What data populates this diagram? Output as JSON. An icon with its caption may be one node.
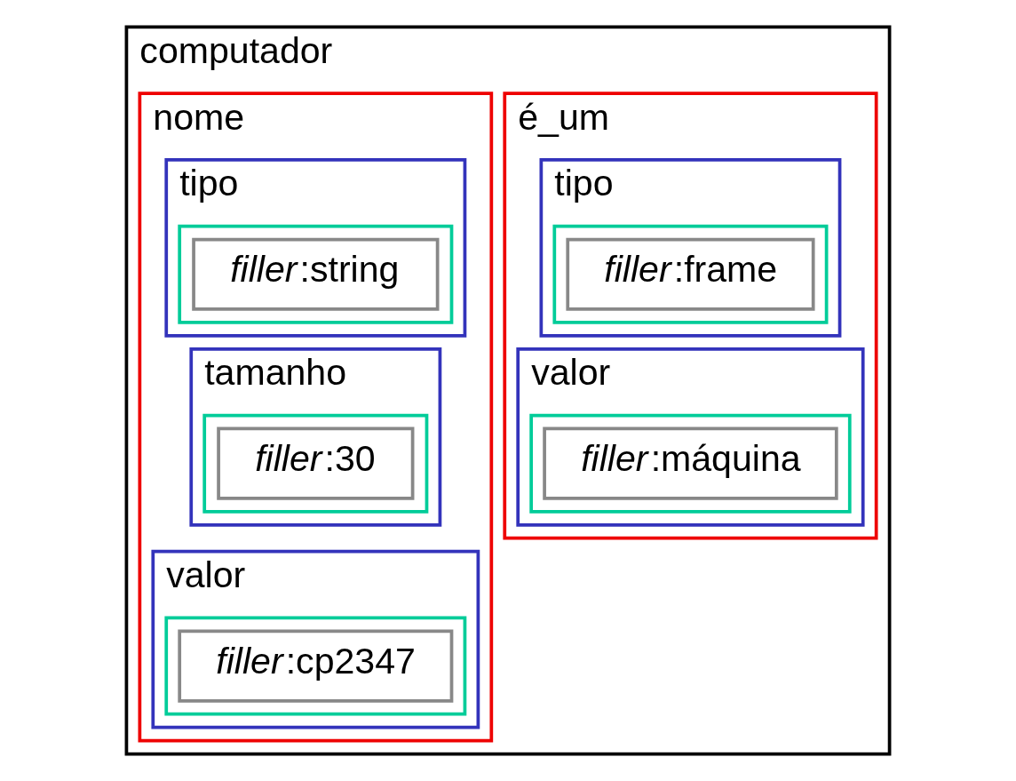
{
  "diagram": {
    "nodes": [
      {
        "text": [
          "computador"
        ]
      },
      {
        "text": [
          "é_um"
        ],
        "in": 0
      },
      {
        "text": [
          "tipo"
        ],
        "in": 1
      },
      {
        "text": [],
        "shape": "box",
        "in": 2
      },
      {
        "text": [
          "*filler*:frame"
        ],
        "in": 3
      },
      {
        "text": [
          "valor"
        ],
        "in": 1
      },
      {
        "text": [],
        "shape": "box",
        "in": 5
      },
      {
        "text": [
          "*filler*:máquina"
        ],
        "in": 6
      },
      {
        "text": [
          "nome"
        ],
        "in": 0
      },
      {
        "text": [
          "tipo"
        ],
        "in": 8
      },
      {
        "text": [],
        "shape": "box",
        "in": 9
      },
      {
        "text": [
          "*filler*:string"
        ],
        "in": 10
      },
      {
        "text": [
          "tamanho"
        ],
        "in": 8
      },
      {
        "text": [],
        "shape": "box",
        "in": 12
      },
      {
        "text": [
          "*filler*:30"
        ],
        "in": 13
      },
      {
        "text": [
          "valor"
        ],
        "in": 8
      },
      {
        "text": [],
        "shape": "box",
        "in": 15
      },
      {
        "text": [
          "*filler*:cp2347"
        ],
        "in": 16
      }
    ]
  }
}
